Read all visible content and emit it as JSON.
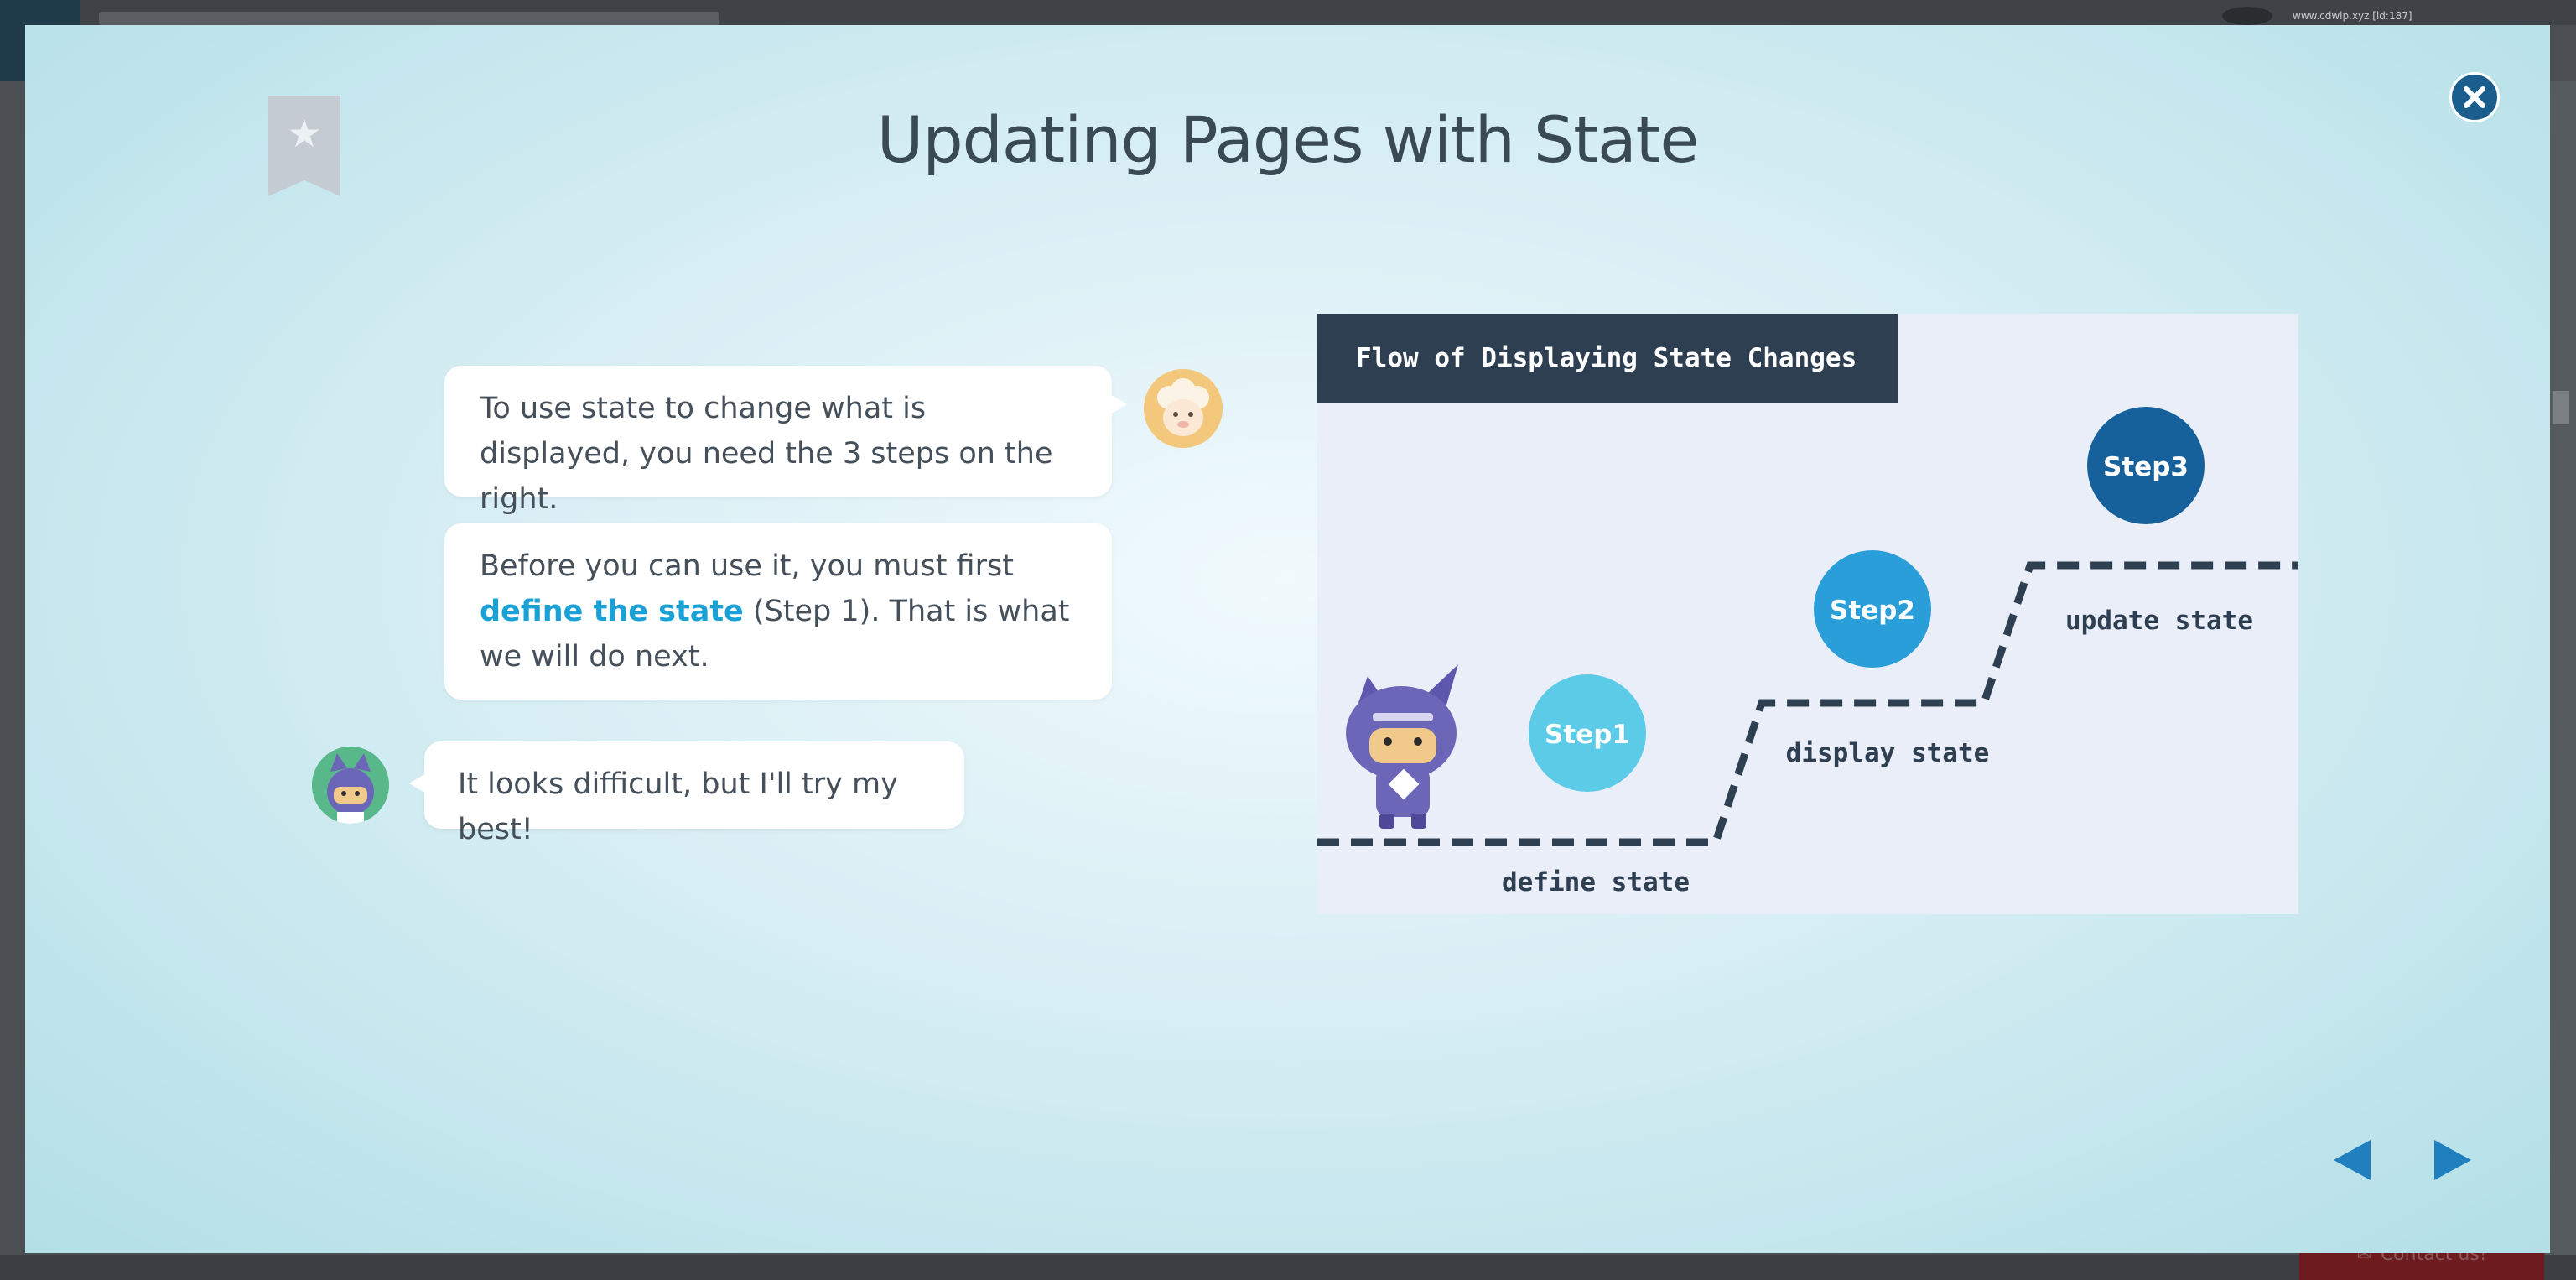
{
  "background_page": {
    "url_text": "www.cdwlp.xyz [id:187]",
    "contact_label": "Contact us!"
  },
  "modal": {
    "title": "Updating Pages with State",
    "colors": {
      "close": "#1b5d8d",
      "nav": "#1f7fbf",
      "highlight": "#1aa1d6",
      "panel_title_bg": "#2f3f52"
    },
    "icons": {
      "bookmark": "bookmark-star-icon",
      "close": "close-icon",
      "prev": "triangle-left-icon",
      "next": "triangle-right-icon"
    }
  },
  "dialogue": [
    {
      "speaker": "sheep",
      "text": "To use state to change what is displayed, you need the 3 steps on the right."
    },
    {
      "speaker": "sheep",
      "before": "Before you can use it, you must first ",
      "highlight": "define the state",
      "after": " (Step 1). That is what we will do next."
    },
    {
      "speaker": "ninja",
      "text": "It looks difficult, but I'll try my best!"
    }
  ],
  "diagram": {
    "title": "Flow of Displaying State Changes",
    "steps": [
      {
        "badge": "Step1",
        "label": "define state",
        "color": "#5bcbe8"
      },
      {
        "badge": "Step2",
        "label": "display state",
        "color": "#2a9ed8"
      },
      {
        "badge": "Step3",
        "label": "update state",
        "color": "#16609c"
      }
    ]
  }
}
